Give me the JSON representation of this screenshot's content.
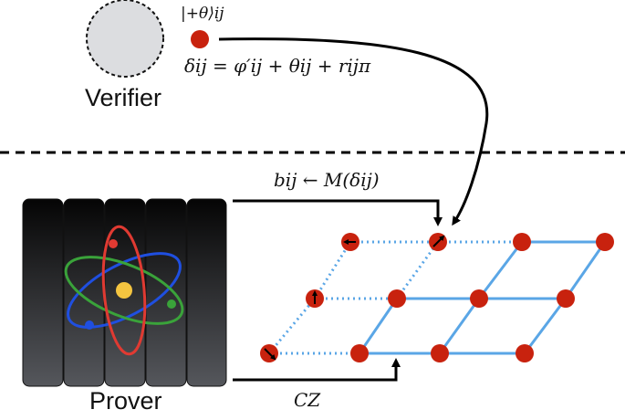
{
  "verifier": {
    "label": "Verifier"
  },
  "prover": {
    "label": "Prover"
  },
  "state": {
    "label": "|+θ⟩ij"
  },
  "formula": {
    "delta": "δij = φ′ij + θij + rijπ"
  },
  "measurement": {
    "label": "bij ← M(δij)"
  },
  "entangle": {
    "label": "CZ"
  },
  "colors": {
    "qubit": "#c8220e",
    "lattice": "#5aa6e6",
    "verifier_fill": "#dcdde0",
    "device_top": "#050505",
    "device_bottom": "#55575c",
    "orbit_red": "#e03a32",
    "orbit_green": "#3aa33a",
    "orbit_blue": "#1f4fe0",
    "nucleus": "#f4c540"
  },
  "icons": [
    "qubit-dot",
    "atom-icon",
    "spin-arrow-icon"
  ]
}
